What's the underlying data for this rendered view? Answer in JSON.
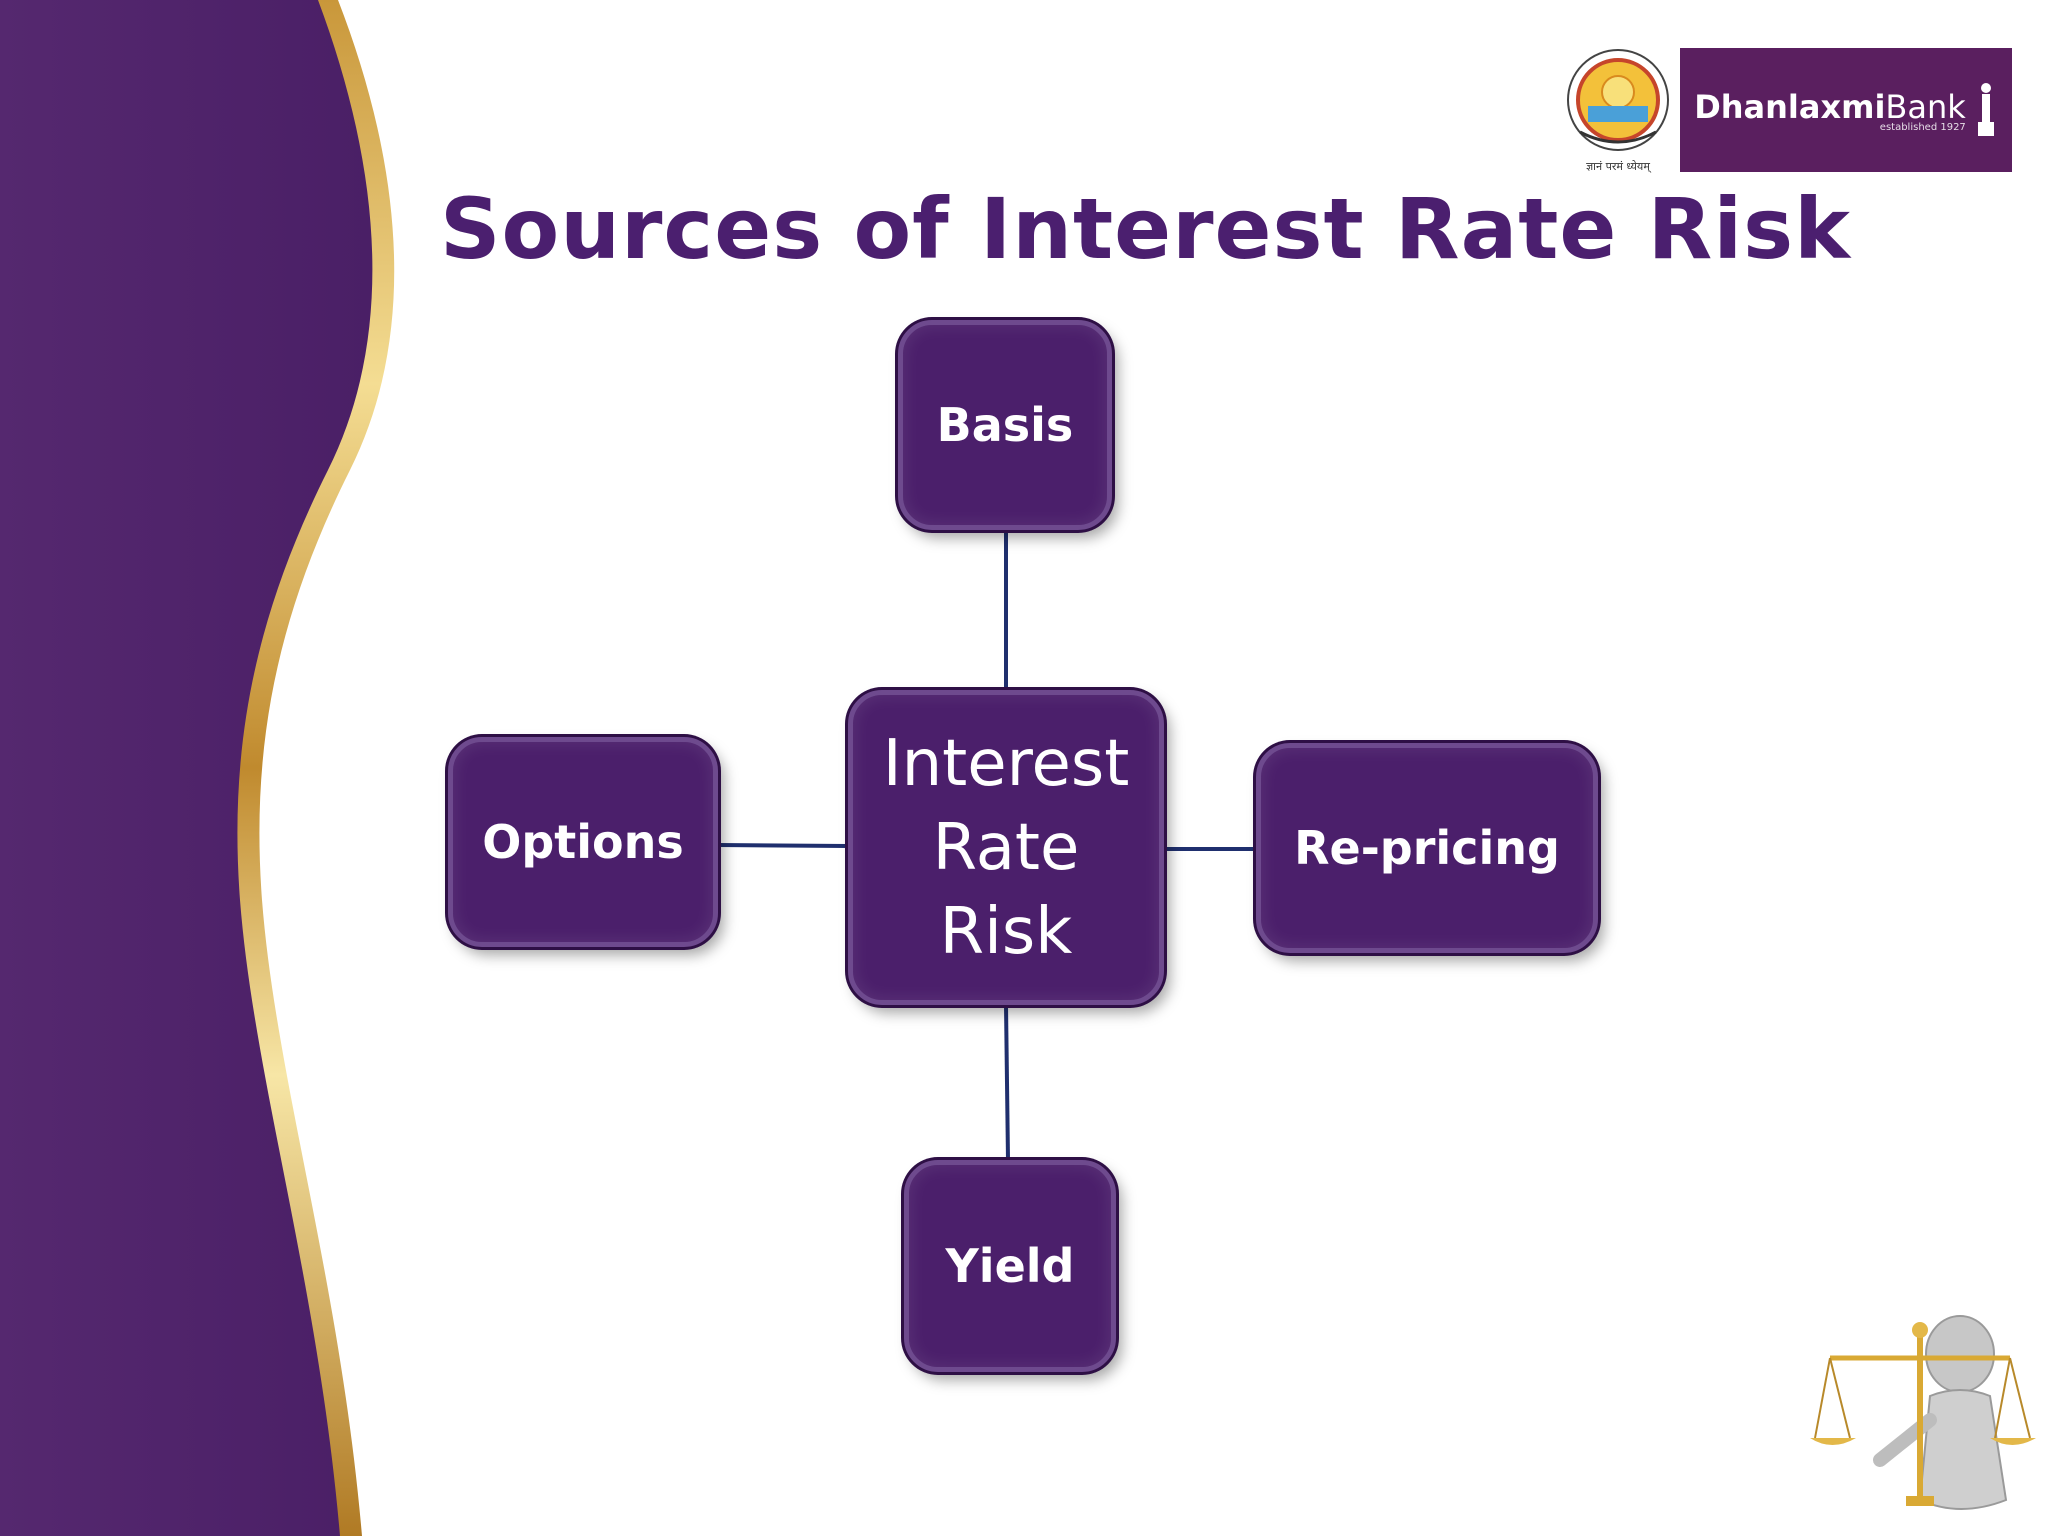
{
  "slide": {
    "title": "Sources of Interest Rate Risk"
  },
  "logo": {
    "bank_name_bold": "Dhanlaxmi",
    "bank_name_light": "Bank",
    "tagline": "established 1927",
    "seal_motto": "ज्ञानं परमं ध्येयम्"
  },
  "diagram": {
    "center": "Interest\nRate\nRisk",
    "top": "Basis",
    "left": "Options",
    "right": "Re-pricing",
    "bottom": "Yield"
  },
  "colors": {
    "brand_purple": "#4b1f6f",
    "node_fill": "#4b1f6b",
    "connector": "#1f2f6e",
    "gold": "#d9b45a"
  }
}
